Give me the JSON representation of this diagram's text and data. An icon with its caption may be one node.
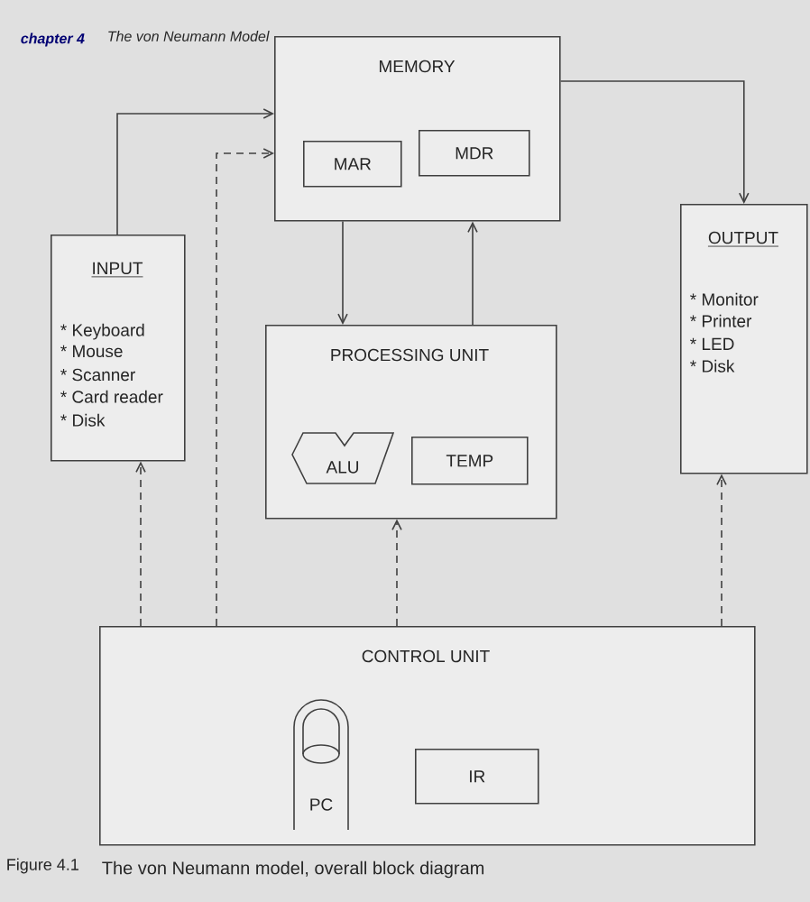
{
  "diagram": {
    "caption": "The von Neumann model, overall block diagram",
    "nodes": [
      {
        "text": [
          "MEMORY"
        ]
      },
      {
        "text": [
          "MAR"
        ],
        "in": 0
      },
      {
        "text": [
          "MDR"
        ],
        "in": 0
      },
      {
        "text": [
          "INPUT",
          "* Keyboard",
          "* Mouse",
          "* Scanner",
          "* Card reader",
          "* Disk"
        ]
      },
      {
        "text": [
          "OUTPUT",
          "* Monitor",
          "* Printer",
          "* LED",
          "* Disk"
        ]
      },
      {
        "text": [
          "PROCESSING UNIT"
        ]
      },
      {
        "text": [
          "ALU"
        ],
        "in": 5
      },
      {
        "text": [
          "TEMP"
        ],
        "in": 5
      },
      {
        "text": [
          "CONTROL UNIT"
        ]
      },
      {
        "text": [
          "PC"
        ],
        "in": 8
      },
      {
        "text": [
          "IR"
        ],
        "in": 8
      }
    ],
    "edges": [
      {
        "from": 3,
        "to": 0,
        "arrow": "to"
      },
      {
        "from": 0,
        "to": 4,
        "arrow": "to"
      },
      {
        "from": 0,
        "to": 5,
        "arrow": "to"
      },
      {
        "from": 5,
        "to": 0,
        "arrow": "to"
      },
      {
        "from": 8,
        "to": 3,
        "arrow": "to",
        "style": "dashed"
      },
      {
        "from": 8,
        "to": 0,
        "arrow": "to",
        "style": "dashed"
      },
      {
        "from": 8,
        "to": 5,
        "arrow": "to",
        "style": "dashed"
      },
      {
        "from": 8,
        "to": 4,
        "arrow": "to",
        "style": "dashed"
      }
    ],
    "labels": [
      "chapter 4",
      "The von Neumann Model",
      "Figure 4.1"
    ]
  }
}
